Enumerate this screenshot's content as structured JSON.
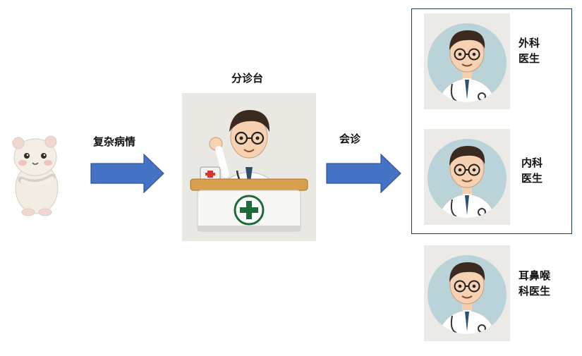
{
  "labels": {
    "complex_case": "复杂病情",
    "triage_desk": "分诊台",
    "consultation": "会诊"
  },
  "doctors": [
    {
      "line1": "外科",
      "line2": "医生"
    },
    {
      "line1": "内科",
      "line2": "医生"
    },
    {
      "line1": "耳鼻喉",
      "line2": "科医生"
    }
  ],
  "colors": {
    "arrow": "#4472c4",
    "group_border": "#1f3864",
    "cross": "#1e6b3a"
  }
}
